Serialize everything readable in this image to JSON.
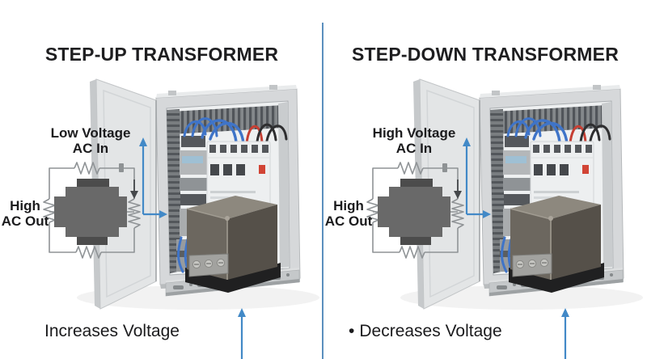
{
  "panels": [
    {
      "id": "step-up",
      "title": "STEP-UP TRANSFORMER",
      "input_label_line1": "Low Voltage",
      "input_label_line2": "AC In",
      "output_label_line1": "High",
      "output_label_line2": "AC Out",
      "caption_bullet": "",
      "caption_text": "Increases Voltage"
    },
    {
      "id": "step-down",
      "title": "STEP-DOWN TRANSFORMER",
      "input_label_line1": "High Voltage",
      "input_label_line2": "AC In",
      "output_label_line1": "High",
      "output_label_line2": "AC Out",
      "caption_bullet": "•",
      "caption_text": "Decreases Voltage"
    }
  ],
  "icons": {
    "flow_up_arrow": "arrow-up",
    "flow_right_arrow": "arrow-right",
    "current_down_arrow": "arrow-down",
    "bottom_pointer_arrow": "arrow-up"
  },
  "colors": {
    "background": "#ffffff",
    "accent_arrow_blue": "#4289c7",
    "divider_blue": "#5b8fbe",
    "text": "#1d1d1f",
    "schematic_wire_gray": "#8f9396",
    "transformer_core_gray": "#696969",
    "core_tab_dark_gray": "#4c4c4c",
    "wire_blue": "#3f74c8",
    "wire_red": "#c63f33",
    "cabinet_gray": "#d6d8da"
  }
}
